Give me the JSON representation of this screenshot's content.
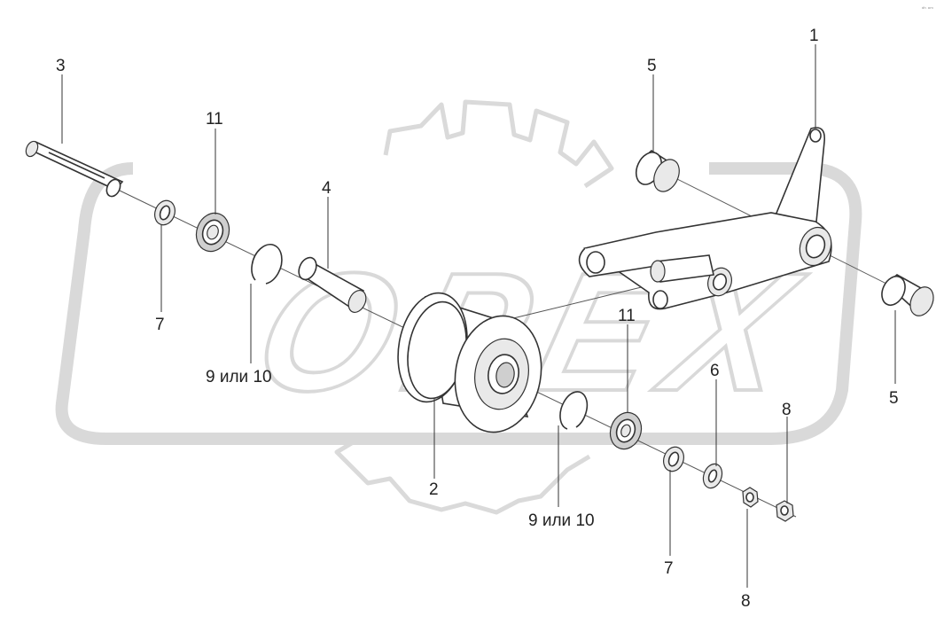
{
  "labels": {
    "l1": "1",
    "l2": "2",
    "l3": "3",
    "l4": "4",
    "l5a": "5",
    "l5b": "5",
    "l6": "6",
    "l7a": "7",
    "l7b": "7",
    "l8a": "8",
    "l8b": "8",
    "l9a": "9 или 10",
    "l9b": "9 или 10",
    "l11a": "11",
    "l11b": "11"
  },
  "watermark": {
    "text": "OPEX",
    "color": "#d9d9d9"
  },
  "corner_mark": "ᵈʰ ᵒᵐ"
}
